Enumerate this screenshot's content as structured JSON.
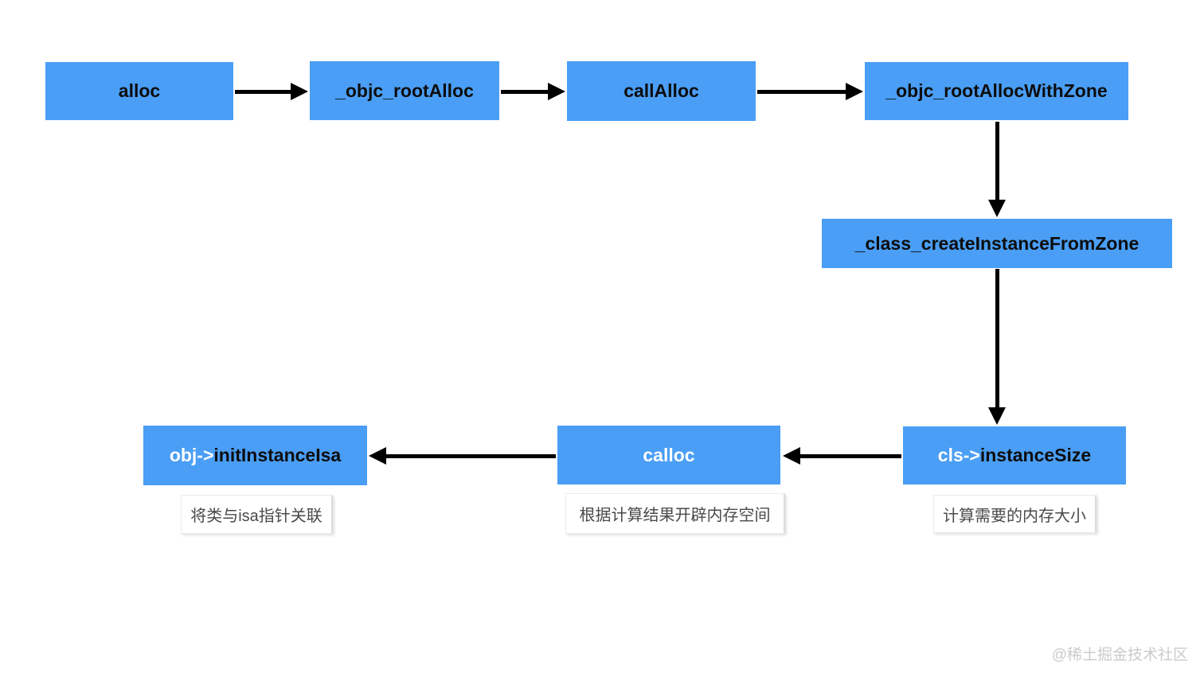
{
  "diagram": {
    "nodes": {
      "alloc": {
        "label": "alloc"
      },
      "objc_root_alloc": {
        "label": "_objc_rootAlloc"
      },
      "call_alloc": {
        "label": "callAlloc"
      },
      "objc_root_alloc_with_zone": {
        "label": "_objc_rootAllocWithZone"
      },
      "class_create_instance_from_zone": {
        "label": "_class_createInstanceFromZone"
      },
      "cls_instance_size": {
        "prefix": "cls->",
        "label": "instanceSize"
      },
      "calloc": {
        "label": "calloc"
      },
      "obj_init_instance_isa": {
        "prefix": "obj->",
        "label": "initInstanceIsa"
      }
    },
    "edges": [
      {
        "from": "alloc",
        "to": "objc_root_alloc"
      },
      {
        "from": "objc_root_alloc",
        "to": "call_alloc"
      },
      {
        "from": "call_alloc",
        "to": "objc_root_alloc_with_zone"
      },
      {
        "from": "objc_root_alloc_with_zone",
        "to": "class_create_instance_from_zone"
      },
      {
        "from": "class_create_instance_from_zone",
        "to": "cls_instance_size"
      },
      {
        "from": "cls_instance_size",
        "to": "calloc"
      },
      {
        "from": "calloc",
        "to": "obj_init_instance_isa"
      }
    ],
    "notes": {
      "init_isa": {
        "text": "将类与isa指针关联"
      },
      "calloc": {
        "text": "根据计算结果开辟内存空间"
      },
      "instance_size": {
        "text": "计算需要的内存大小"
      }
    },
    "colors": {
      "node_fill": "#4A9EF5",
      "node_text_dark": "#0d0d0d",
      "node_text_light": "#ffffff",
      "arrow": "#000000",
      "note_text": "#4a4a4a",
      "watermark_text": "#cbcbcb",
      "background": "#ffffff"
    },
    "watermark": {
      "text": "@稀土掘金技术社区"
    }
  }
}
